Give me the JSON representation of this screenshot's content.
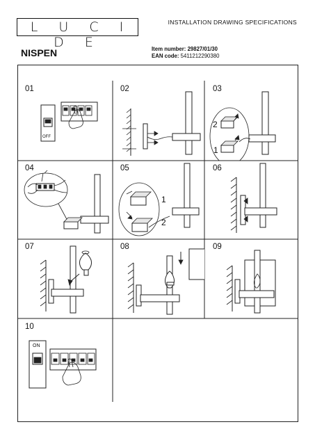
{
  "header": {
    "brand": "L U C I D E",
    "doc_title": "INSTALLATION DRAWING SPECIFICATIONS"
  },
  "product": {
    "name": "NISPEN",
    "item_label": "Item number:",
    "item_value": "29827/01/30",
    "ean_label": "EAN code:",
    "ean_value": "5411212290380"
  },
  "steps": [
    "01",
    "02",
    "03",
    "04",
    "05",
    "06",
    "07",
    "08",
    "09",
    "10"
  ],
  "switch_labels": {
    "off": "OFF",
    "on": "ON"
  },
  "callouts": {
    "one": "1",
    "two": "2"
  }
}
